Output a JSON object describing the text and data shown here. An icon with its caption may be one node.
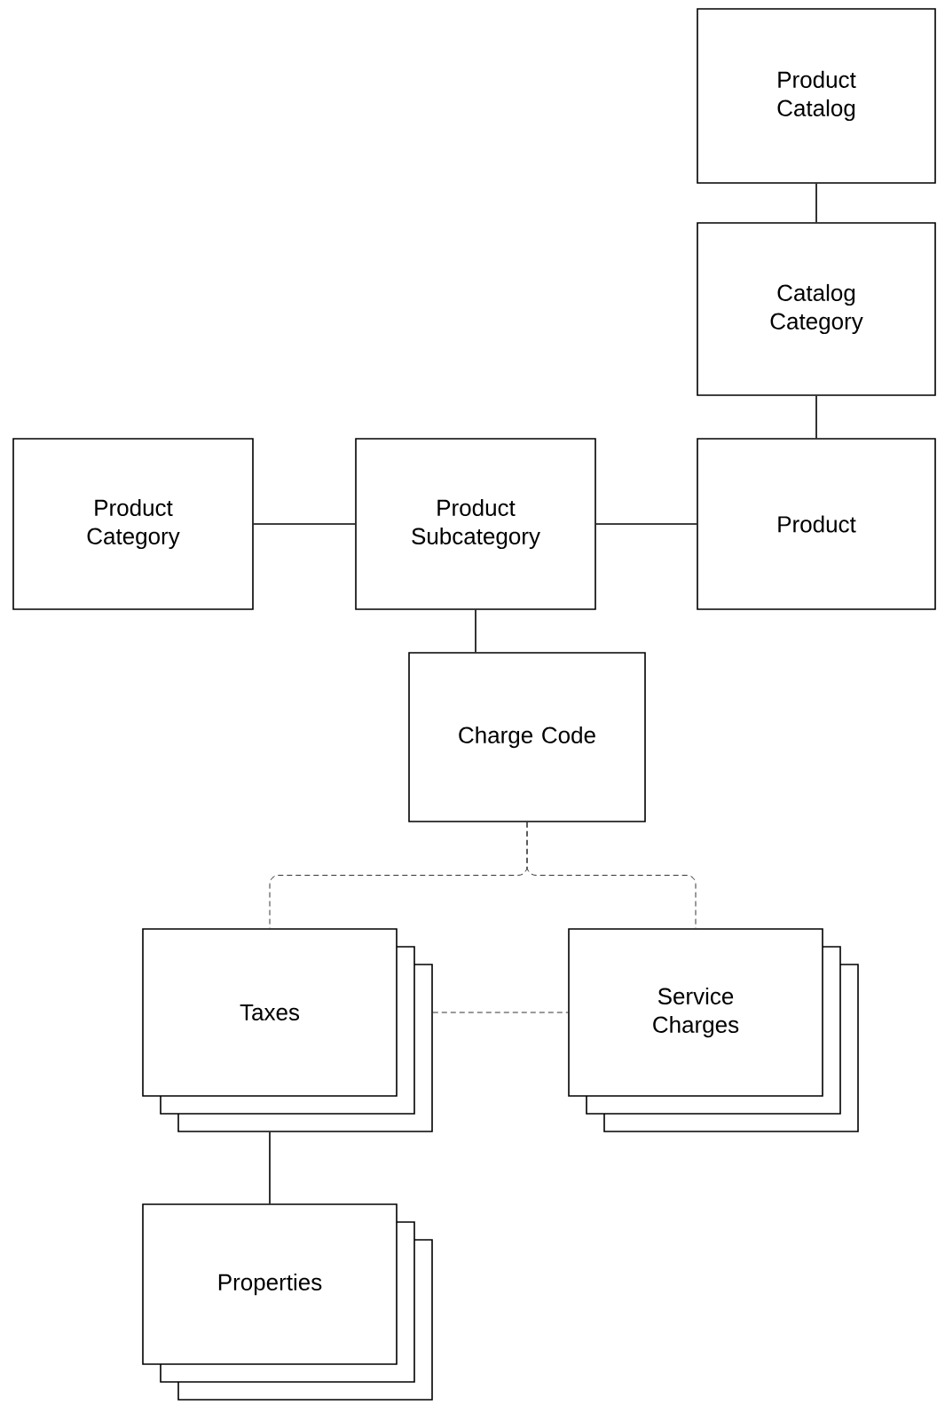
{
  "diagram": {
    "nodes": [
      {
        "text": [
          "Product Catalog"
        ]
      },
      {
        "text": [
          "Catalog Category"
        ]
      },
      {
        "text": [
          "Product Category"
        ]
      },
      {
        "text": [
          "Product Subcategory"
        ]
      },
      {
        "text": [
          "Product"
        ]
      },
      {
        "text": [
          "Charge Code"
        ]
      },
      {
        "text": [
          "Taxes"
        ]
      },
      {
        "text": [
          "Service Charges"
        ]
      },
      {
        "text": [
          "Properties"
        ]
      }
    ],
    "edges": [
      {
        "from": 0,
        "to": 1,
        "arrow": "none"
      },
      {
        "from": 1,
        "to": 4,
        "arrow": "none"
      },
      {
        "from": 2,
        "to": 3,
        "arrow": "none"
      },
      {
        "from": 3,
        "to": 4,
        "arrow": "none"
      },
      {
        "from": 3,
        "to": 5,
        "arrow": "none"
      },
      {
        "from": 5,
        "to": 6,
        "arrow": "none",
        "style": "dashed"
      },
      {
        "from": 5,
        "to": 7,
        "arrow": "none",
        "style": "dashed"
      },
      {
        "from": 6,
        "to": 7,
        "arrow": "none",
        "style": "dashed"
      },
      {
        "from": 6,
        "to": 8,
        "arrow": "none"
      }
    ]
  }
}
